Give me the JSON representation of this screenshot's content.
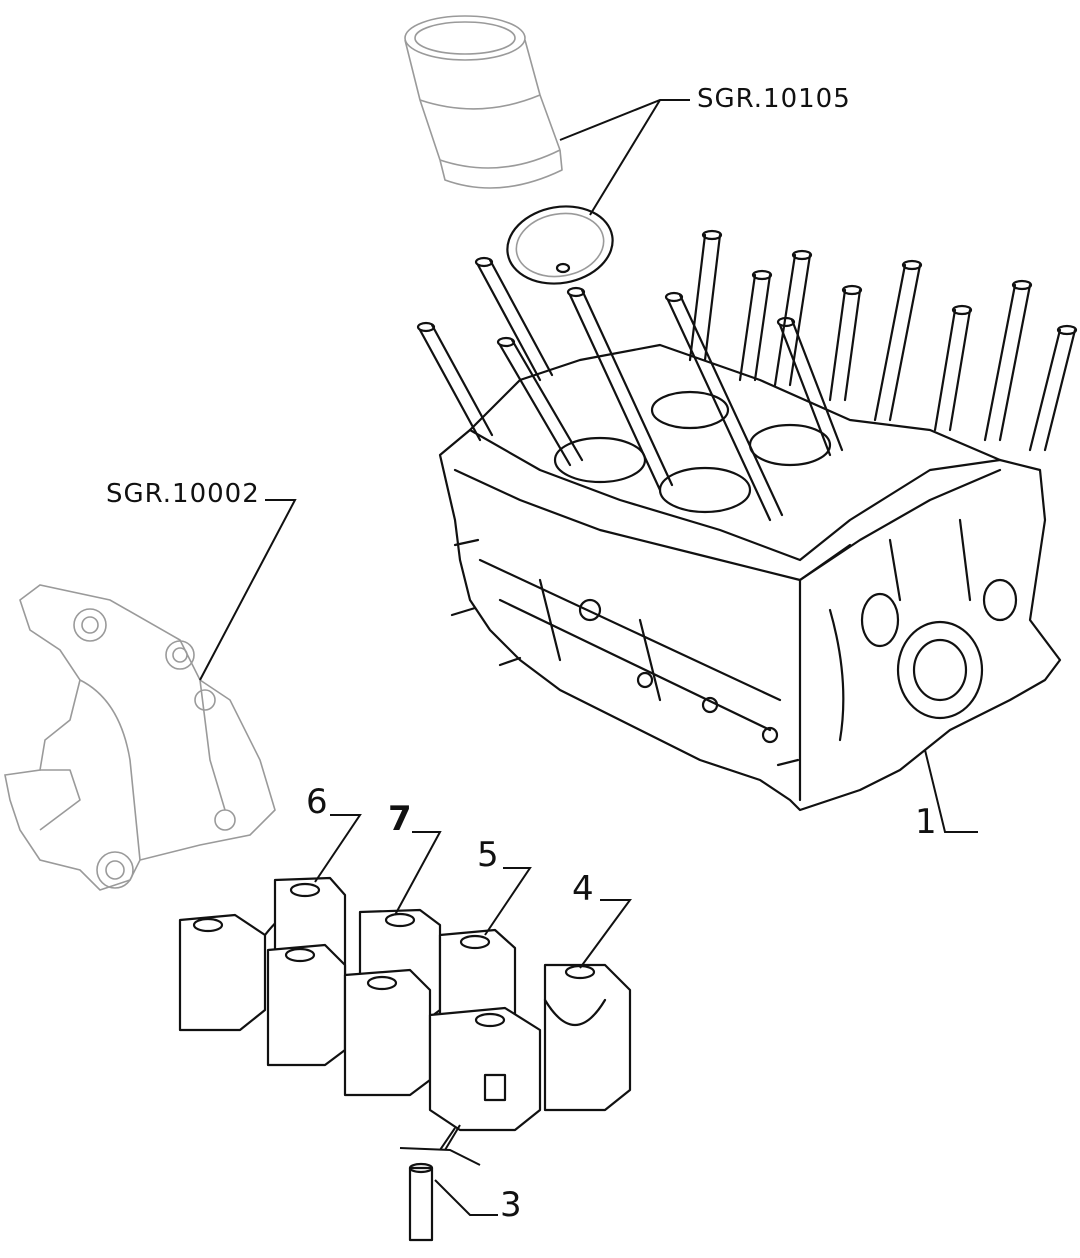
{
  "callouts": {
    "sgr_liner": "SGR.10105",
    "sgr_bracket": "SGR.10002",
    "part_1": "1",
    "part_3": "3",
    "part_4": "4",
    "part_5": "5",
    "part_6": "6",
    "part_7": "7"
  }
}
